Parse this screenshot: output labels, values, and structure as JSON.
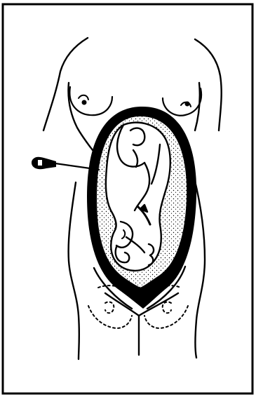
{
  "figure": {
    "colors": {
      "ink": "#000000",
      "paper": "#ffffff",
      "fluid_stipple": "#000000"
    },
    "parts": [
      "frame-border",
      "torso-outline",
      "left-breast",
      "right-breast",
      "uterus-wall",
      "amniotic-fluid",
      "fetus",
      "needle",
      "pelvis-outline",
      "groin-dotted-lines"
    ]
  }
}
